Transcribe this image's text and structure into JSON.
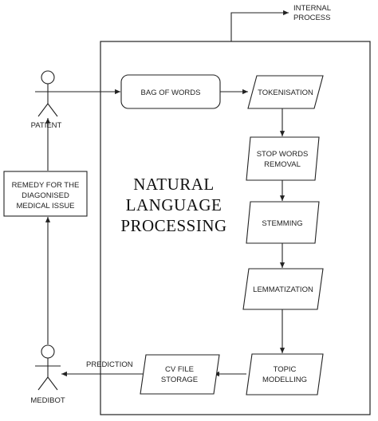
{
  "diagram": {
    "internal_process": [
      "INTERNAL",
      "PROCESS"
    ],
    "nlp_title": [
      "NATURAL",
      "LANGUAGE",
      "PROCESSING"
    ],
    "actors": {
      "patient": "PATIENT",
      "medibot": "MEDIBOT"
    },
    "remedy_box": [
      "REMEDY FOR THE",
      "DIAGONISED",
      "MEDICAL ISSUE"
    ],
    "prediction_label": "PREDICTION",
    "steps": {
      "bag_of_words": "BAG OF WORDS",
      "tokenisation": "TOKENISATION",
      "stop_words": [
        "STOP WORDS",
        "REMOVAL"
      ],
      "stemming": "STEMMING",
      "lemmatization": "LEMMATIZATION",
      "topic_modelling": [
        "TOPIC",
        "MODELLING"
      ],
      "cv_storage": [
        "CV  FILE",
        "STORAGE"
      ]
    }
  }
}
